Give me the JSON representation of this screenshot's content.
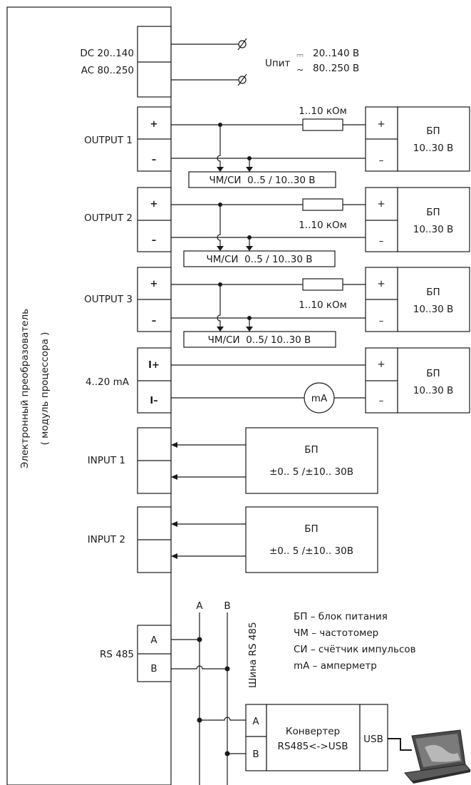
{
  "module_label": {
    "line1": "Электронный преобразователь",
    "line2": "( модуль процессора )"
  },
  "power_input": {
    "dc": "DC 20..140",
    "ac": "AC 80..250",
    "supply_symbol": "Uпит",
    "dc_sign": "⎓",
    "ac_sign": "~",
    "dc_range": "20..140 В",
    "ac_range": "80..250 В"
  },
  "outputs": [
    {
      "name": "OUTPUT 1",
      "plus": "+",
      "minus": "–",
      "resistor": "1..10 кОм",
      "meter": "ЧМ/СИ  0..5 / 10..30 В",
      "psu_plus": "+",
      "psu_minus": "–",
      "psu_name": "БП",
      "psu_range": "10..30 В"
    },
    {
      "name": "OUTPUT 2",
      "plus": "+",
      "minus": "–",
      "resistor": "1..10 кОм",
      "meter": "ЧМ/СИ  0..5 / 10..30 В",
      "psu_plus": "+",
      "psu_minus": "–",
      "psu_name": "БП",
      "psu_range": "10..30 В"
    },
    {
      "name": "OUTPUT 3",
      "plus": "+",
      "minus": "–",
      "resistor": "1..10 кОм",
      "meter": "ЧМ/СИ  0..5/ 10..30 В",
      "psu_plus": "+",
      "psu_minus": "–",
      "psu_name": "БП",
      "psu_range": "10..30 В"
    }
  ],
  "current_loop": {
    "name": "4..20 mA",
    "plus": "I+",
    "minus": "I–",
    "ammeter": "mA",
    "psu_plus": "+",
    "psu_minus": "–",
    "psu_name": "БП",
    "psu_range": "10..30 В"
  },
  "inputs": [
    {
      "name": "INPUT 1",
      "psu_name": "БП",
      "psu_range": "±0.. 5 /±10.. 30В"
    },
    {
      "name": "INPUT 2",
      "psu_name": "БП",
      "psu_range": "±0.. 5 /±10.. 30В"
    }
  ],
  "rs485": {
    "name": "RS 485",
    "term_a": "A",
    "term_b": "B",
    "bus_a": "A",
    "bus_b": "B",
    "bus_label": "Шина RS 485",
    "converter_line1": "Конвертер",
    "converter_line2": "RS485<->USB",
    "conv_a": "A",
    "conv_b": "B",
    "usb": "USB"
  },
  "legend": [
    "БП – блок питания",
    "ЧМ – частотомер",
    "СИ – счётчик импульсов",
    "mA – амперметр"
  ],
  "laptop_icon": "laptop-icon"
}
